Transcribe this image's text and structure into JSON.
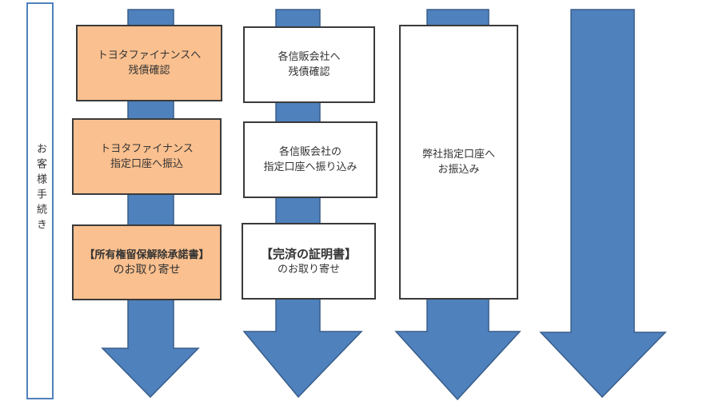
{
  "sidebar": {
    "label": "お客様手続き"
  },
  "colors": {
    "arrow": "#4F81BD",
    "arrow_outline": "#385D8A",
    "orange_box": "#FAC08F",
    "sidebar_border": "#4F81BD"
  },
  "columns": [
    {
      "boxes": [
        {
          "line1": "トヨタファイナンスへ",
          "line2": "残債確認"
        },
        {
          "line1": "トヨタファイナンス",
          "line2": "指定口座へ振込"
        },
        {
          "line1": "【所有権留保解除承諾書】",
          "line2": "のお取り寄せ"
        }
      ]
    },
    {
      "boxes": [
        {
          "line1": "各信販会社へ",
          "line2": "残債確認"
        },
        {
          "line1": "各信販会社の",
          "line2": "指定口座へ振り込み"
        },
        {
          "line1": "【完済の証明書】",
          "line2": "のお取り寄せ"
        }
      ]
    },
    {
      "boxes": [
        {
          "line1": "弊社指定口座へ",
          "line2": "お振込み"
        }
      ]
    }
  ]
}
